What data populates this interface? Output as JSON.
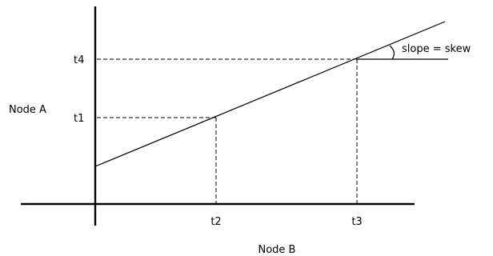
{
  "labels": {
    "y_axis": "Node A",
    "x_axis": "Node B",
    "t1": "t1",
    "t2": "t2",
    "t3": "t3",
    "t4": "t4",
    "slope_note": "slope = skew"
  },
  "colors": {
    "stroke": "#000000",
    "background": "#ffffff"
  }
}
